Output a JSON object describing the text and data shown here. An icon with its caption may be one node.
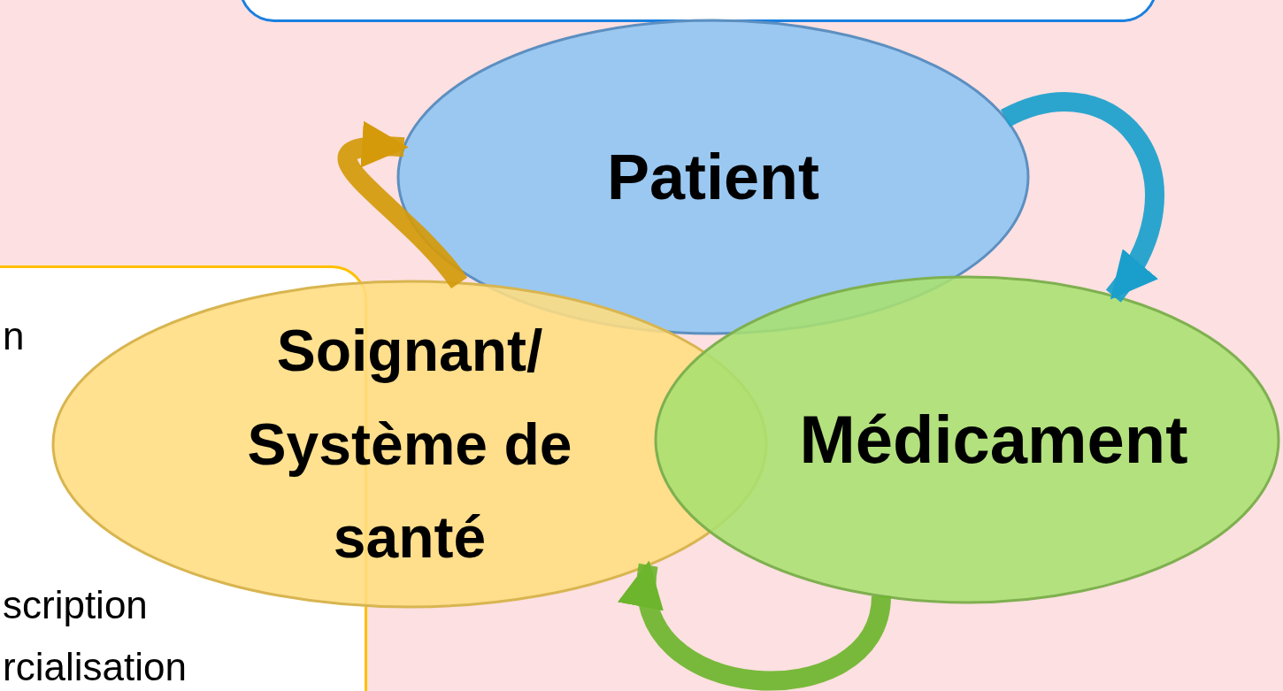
{
  "diagram": {
    "nodes": [
      {
        "text": [],
        "shape": "box"
      },
      {
        "text": [
          "n",
          "scription",
          "rcialisation"
        ]
      },
      {
        "text": [
          "Patient"
        ]
      },
      {
        "text": [
          "Soignant/ Système de santé"
        ]
      },
      {
        "text": [
          "Médicament"
        ]
      }
    ],
    "edges": [
      {
        "from": 3,
        "to": 2,
        "arrow": "to",
        "color": "#d49a0a"
      },
      {
        "from": 2,
        "to": 4,
        "arrow": "to",
        "color": "#1a9fcc"
      },
      {
        "from": 4,
        "to": 3,
        "arrow": "to",
        "color": "#6cb52c"
      }
    ]
  }
}
